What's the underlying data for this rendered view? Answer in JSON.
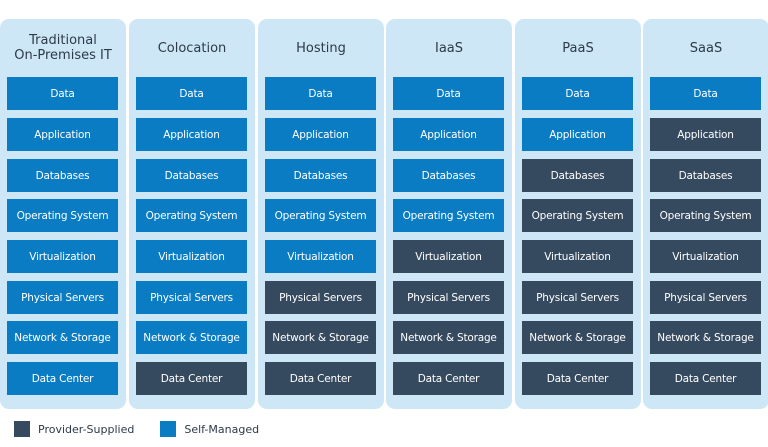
{
  "colors": {
    "provider": "#354a5f",
    "self": "#0a7cc4",
    "column_bg": "#cde7f7"
  },
  "layers": [
    "Data",
    "Application",
    "Databases",
    "Operating System",
    "Virtualization",
    "Physical Servers",
    "Network & Storage",
    "Data Center"
  ],
  "columns": [
    {
      "title": "Traditional\nOn-Premises IT",
      "provider_count": 0
    },
    {
      "title": "Colocation",
      "provider_count": 1
    },
    {
      "title": "Hosting",
      "provider_count": 3
    },
    {
      "title": "IaaS",
      "provider_count": 4
    },
    {
      "title": "PaaS",
      "provider_count": 6
    },
    {
      "title": "SaaS",
      "provider_count": 7
    }
  ],
  "legend": {
    "provider_label": "Provider-Supplied",
    "self_label": "Self-Managed"
  }
}
